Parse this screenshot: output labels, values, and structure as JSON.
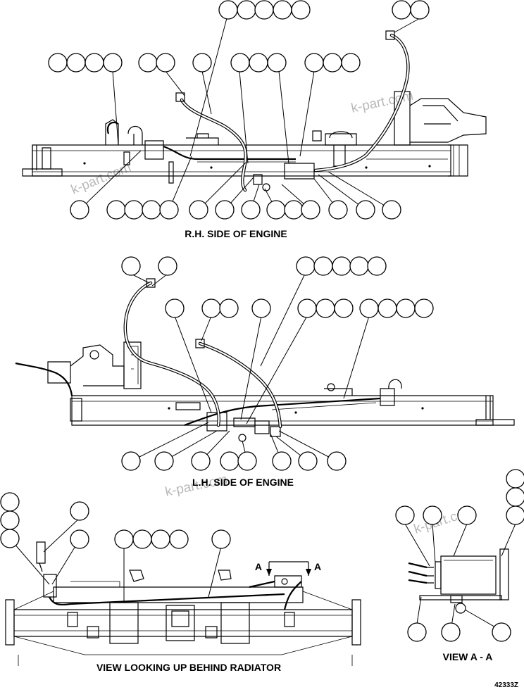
{
  "views": {
    "rh_side": "R.H. SIDE OF ENGINE",
    "lh_side": "L.H. SIDE OF ENGINE",
    "radiator": "VIEW LOOKING UP BEHIND RADIATOR",
    "view_aa": "VIEW A - A"
  },
  "section_marks": {
    "left": "A",
    "right": "A"
  },
  "drawing_number": "42333Z",
  "watermark": "k-part.com"
}
